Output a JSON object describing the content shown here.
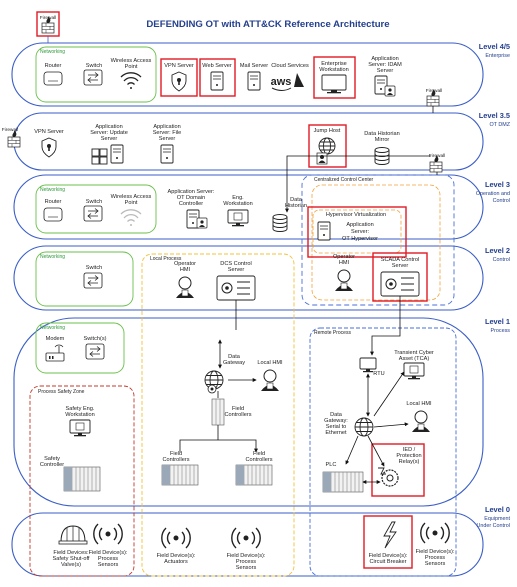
{
  "title": "DEFENDING OT with ATT&CK Reference Architecture",
  "colors": {
    "level_border": "#3a5ec8",
    "networking": "#6abf4b",
    "highlight": "#e01b24",
    "title": "#24408e",
    "safety": "#c0392b",
    "local": "#f2c13b",
    "remote": "#4a6fd8",
    "centralized": "#4a6fd8"
  },
  "levels": [
    {
      "name": "Level 4/5",
      "sub": "Enterprise"
    },
    {
      "name": "Level 3.5",
      "sub": "OT DMZ"
    },
    {
      "name": "Level 3",
      "sub": "Operation and",
      "sub2": "Control"
    },
    {
      "name": "Level 2",
      "sub": "Control"
    },
    {
      "name": "Level 1",
      "sub": "Process"
    },
    {
      "name": "Level 0",
      "sub": "Equipment",
      "sub2": "Under Control"
    }
  ],
  "groups": {
    "networking": "Networking",
    "local_process": "Local Process",
    "remote_process": "Remote Process",
    "safety_zone": "Process Safety Zone",
    "centralized": "Centralized Control Center"
  },
  "labels": {
    "firewall": "Firewall",
    "router": "Router",
    "switch": "Switch",
    "wap_1": "Wireless Access",
    "wap_2": "Point",
    "vpn_server": "VPN Server",
    "web_server": "Web Server",
    "mail_server": "Mail Server",
    "cloud_services": "Cloud Services",
    "aws": "aws",
    "ent_ws_1": "Enterprise",
    "ent_ws_2": "Workstation",
    "idam_1": "Application",
    "idam_2": "Server: IDAM",
    "idam_3": "Server",
    "upd_1": "Application",
    "upd_2": "Server: Update",
    "upd_3": "Server",
    "file_1": "Application",
    "file_2": "Server: File",
    "file_3": "Server",
    "jump_host": "Jump Host",
    "hist_mirror_1": "Data Historian",
    "hist_mirror_2": "Mirror",
    "dom_1": "Application Server:",
    "dom_2": "OT Domain",
    "dom_3": "Controller",
    "eng_1": "Eng.",
    "eng_2": "Workstation",
    "historian_1": "Data",
    "historian_2": "Historian",
    "hv_title": "Hypervisor Virtualization",
    "hv_app_1": "Application",
    "hv_app_2": "Server:",
    "hv_app_3": "OT Hypervisor",
    "op_hmi_1": "Operator",
    "op_hmi_2": "HMI",
    "dcs_1": "DCS Control",
    "dcs_2": "Server",
    "scada_1": "SCADA Control",
    "scada_2": "Server",
    "modem": "Modem",
    "switches": "Switch(s)",
    "gateway_1": "Data",
    "gateway_2": "Gateway",
    "local_hmi": "Local HMI",
    "field_ctrl_1": "Field",
    "field_ctrl_2": "Controllers",
    "safety_ws_1": "Safety Eng.",
    "safety_ws_2": "Workstation",
    "safety_ctrl_1": "Safety",
    "safety_ctrl_2": "Controller",
    "rtu": "RTU",
    "tca_1": "Transient Cyber",
    "tca_2": "Asset (TCA)",
    "gw_serial_1": "Data",
    "gw_serial_2": "Gateway:",
    "gw_serial_3": "Serial to",
    "gw_serial_4": "Ethernet",
    "ied_1": "IED /",
    "ied_2": "Protection",
    "ied_3": "Relay(s)",
    "plc": "PLC",
    "fd_safety_1": "Field Devices:",
    "fd_safety_2": "Safety Shut-off",
    "fd_safety_3": "Valve(s)",
    "fd_sensors_1": "Field Device(s):",
    "fd_sensors_2": "Process",
    "fd_sensors_3": "Sensors",
    "fd_act_1": "Field Device(s):",
    "fd_act_2": "Actuators",
    "fd_breaker_1": "Field Device(s):",
    "fd_breaker_2": "Circuit Breaker"
  },
  "icons": [
    "firewall-icon",
    "router-icon",
    "switch-icon",
    "wifi-icon",
    "shield-icon",
    "server-icon",
    "windows-icon",
    "globe-icon",
    "database-icon",
    "monitor-icon",
    "person-icon",
    "helmet-icon",
    "antenna-icon",
    "lightning-icon",
    "gear-icon",
    "controller-icon"
  ]
}
